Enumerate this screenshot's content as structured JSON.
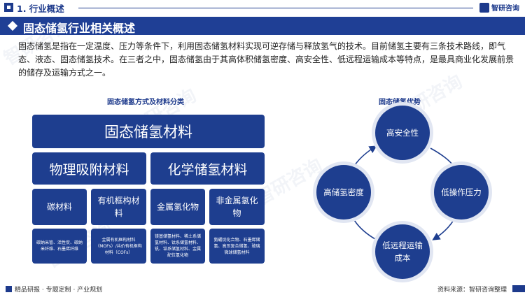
{
  "header": {
    "section_label": "1. 行业概述",
    "brand_name": "智研咨询"
  },
  "title": "固态储氢行业相关概述",
  "intro": "固态储氢是指在一定温度、压力等条件下，利用固态储氢材料实现可逆存储与释放氢气的技术。目前储氢主要有三条技术路线，即气态、液态、固态储氢技术。在三者之中，固态储氢由于其高体积储氢密度、高安全性、低远程运输成本等特点，是最具商业化发展前景的储存及运输方式之一。",
  "classification": {
    "heading": "固态储氢方式及材料分类",
    "root": "固态储氢材料",
    "groups": [
      {
        "label": "物理吸附材料",
        "categories": [
          {
            "label": "碳材料",
            "detail": "碳纳米管、活性炭、碳纳米纤维、石墨烯纤维"
          },
          {
            "label": "有机框构材料",
            "detail": "金属有机框构材料（MOFs）/共价有机框构材料（COFs）"
          }
        ]
      },
      {
        "label": "化学储氢材料",
        "categories": [
          {
            "label": "金属氢化物",
            "detail": "镁基储氢材料、稀土系储氢材料、钛系储氢材料、钒、锆系储氢材料、金属配位氢化物"
          },
          {
            "label": "非金属氢化物",
            "detail": "氨硼烷化合物、石墨烯储氢、高压复合储氢、玻璃微球储氢材料"
          }
        ]
      }
    ]
  },
  "advantages": {
    "heading": "固态储氢优势",
    "items": [
      "高安全性",
      "低操作压力",
      "低远程运输成本",
      "高储氢密度"
    ]
  },
  "footer": {
    "left": "精品研报 · 专题定制 · 产业规划",
    "source": "资料来源：智研咨询整理"
  },
  "colors": {
    "primary": "#1e3e8f",
    "title_bar": "#1f3f95",
    "accent_text": "#1d3a8c"
  }
}
